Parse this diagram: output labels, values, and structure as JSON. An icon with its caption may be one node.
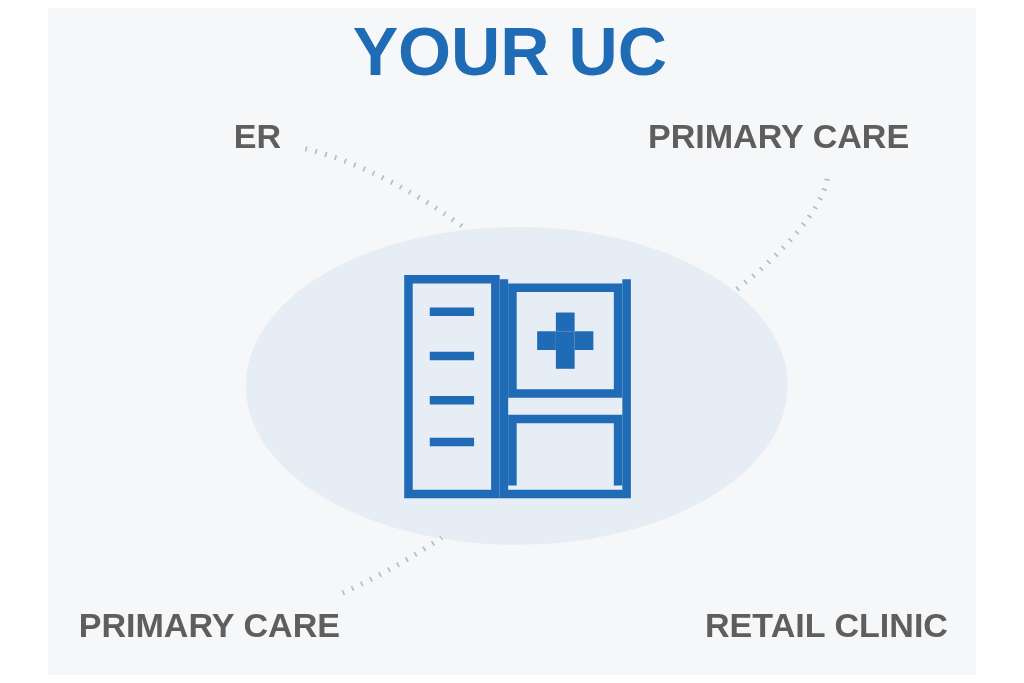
{
  "diagram": {
    "title": "YOUR UC",
    "nodes": [
      {
        "text": [
          "ER"
        ]
      },
      {
        "text": [
          "PRIMARY CARE"
        ]
      },
      {
        "text": [],
        "shape": "picture"
      },
      {
        "text": [
          "PRIMARY CARE"
        ]
      },
      {
        "text": [
          "RETAIL CLINIC"
        ]
      }
    ],
    "edges": [
      {
        "from": 0,
        "to": 2,
        "arrow": "none"
      },
      {
        "from": 1,
        "to": 2,
        "arrow": "none"
      },
      {
        "from": 3,
        "to": 2,
        "arrow": "none"
      }
    ]
  }
}
